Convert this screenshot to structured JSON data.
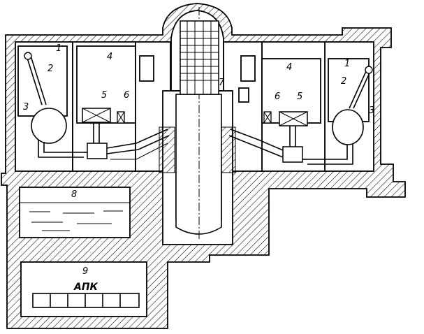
{
  "labels": {
    "l1a": "1",
    "l2a": "2",
    "l3a": "3",
    "l4a": "4",
    "l5a": "5",
    "l6a": "6",
    "l1b": "1",
    "l2b": "2",
    "l3b": "3",
    "l4b": "4",
    "l5b": "5",
    "l6b": "6",
    "l7": "7",
    "l8": "8",
    "l9": "9",
    "apk": "АПК"
  }
}
